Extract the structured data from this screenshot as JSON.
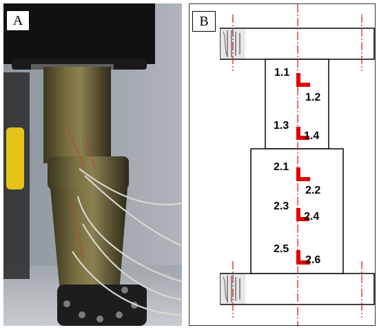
{
  "panel_a": {
    "label": "A"
  },
  "panel_b": {
    "label": "B"
  },
  "gauge_labels": [
    "1.1",
    "1.2",
    "1.3",
    "1.4",
    "2.1",
    "2.2",
    "2.3",
    "2.4",
    "2.5",
    "2.6"
  ],
  "colors": {
    "gauge": "#e00000",
    "centerline": "#d42020",
    "outline": "#000000",
    "tube": "#5a5230",
    "background": "#ffffff"
  }
}
